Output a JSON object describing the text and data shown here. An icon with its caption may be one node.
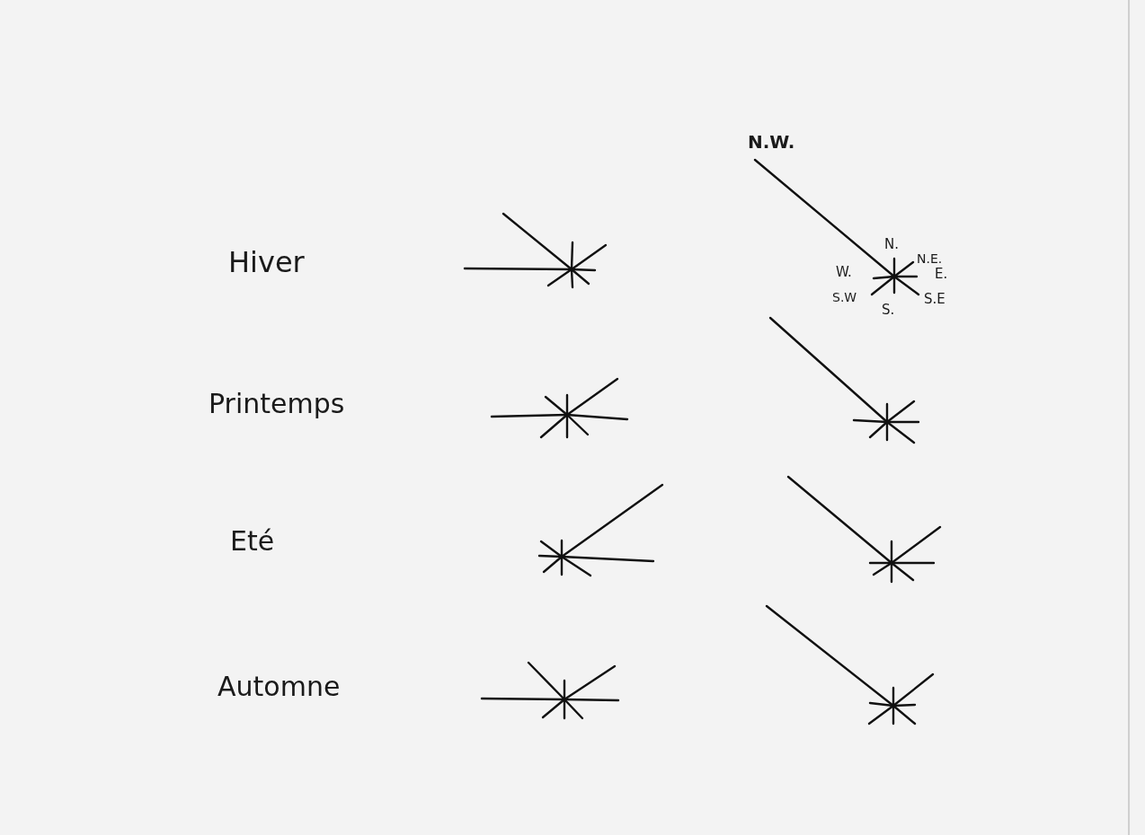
{
  "diagram": {
    "labels": [
      "N.W.",
      "Hiver",
      "N.",
      "N.E.",
      "W.",
      "E.",
      "S.W",
      "S.",
      "S.E",
      "Printemps",
      "Eté",
      "Automne"
    ]
  }
}
